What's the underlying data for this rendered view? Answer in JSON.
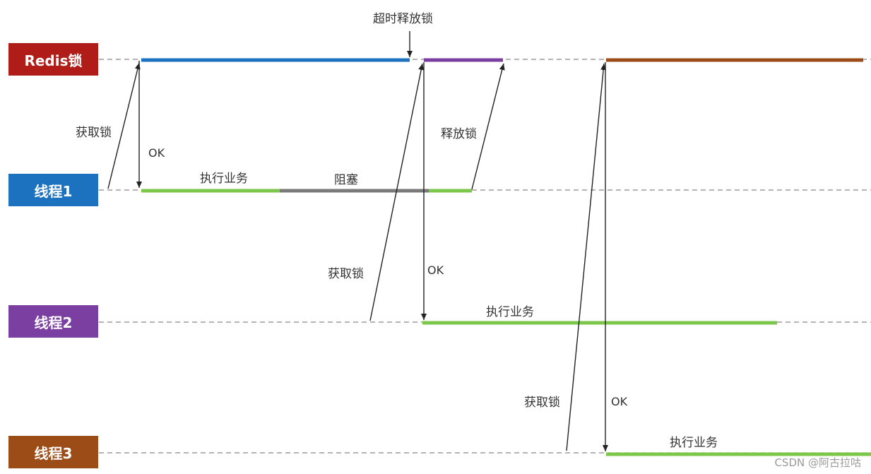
{
  "lanes": {
    "redis": {
      "label": "Redis锁",
      "color": "#b01c18"
    },
    "t1": {
      "label": "线程1",
      "color": "#1d72c0"
    },
    "t2": {
      "label": "线程2",
      "color": "#7b3fa2"
    },
    "t3": {
      "label": "线程3",
      "color": "#9c4d17"
    }
  },
  "labels": {
    "timeout_release": "超时释放锁",
    "acquire": "获取锁",
    "ok": "OK",
    "execute": "执行业务",
    "blocked": "阻塞",
    "release": "释放锁"
  },
  "colors": {
    "lock_t1": "#1d72c0",
    "lock_t2": "#7b3fa2",
    "lock_t3": "#9c4d17",
    "execute": "#7cc64a",
    "blocked": "#7a7a7a",
    "dashed": "#888888",
    "arrow": "#222222"
  },
  "watermark": "CSDN @阿古拉咕"
}
